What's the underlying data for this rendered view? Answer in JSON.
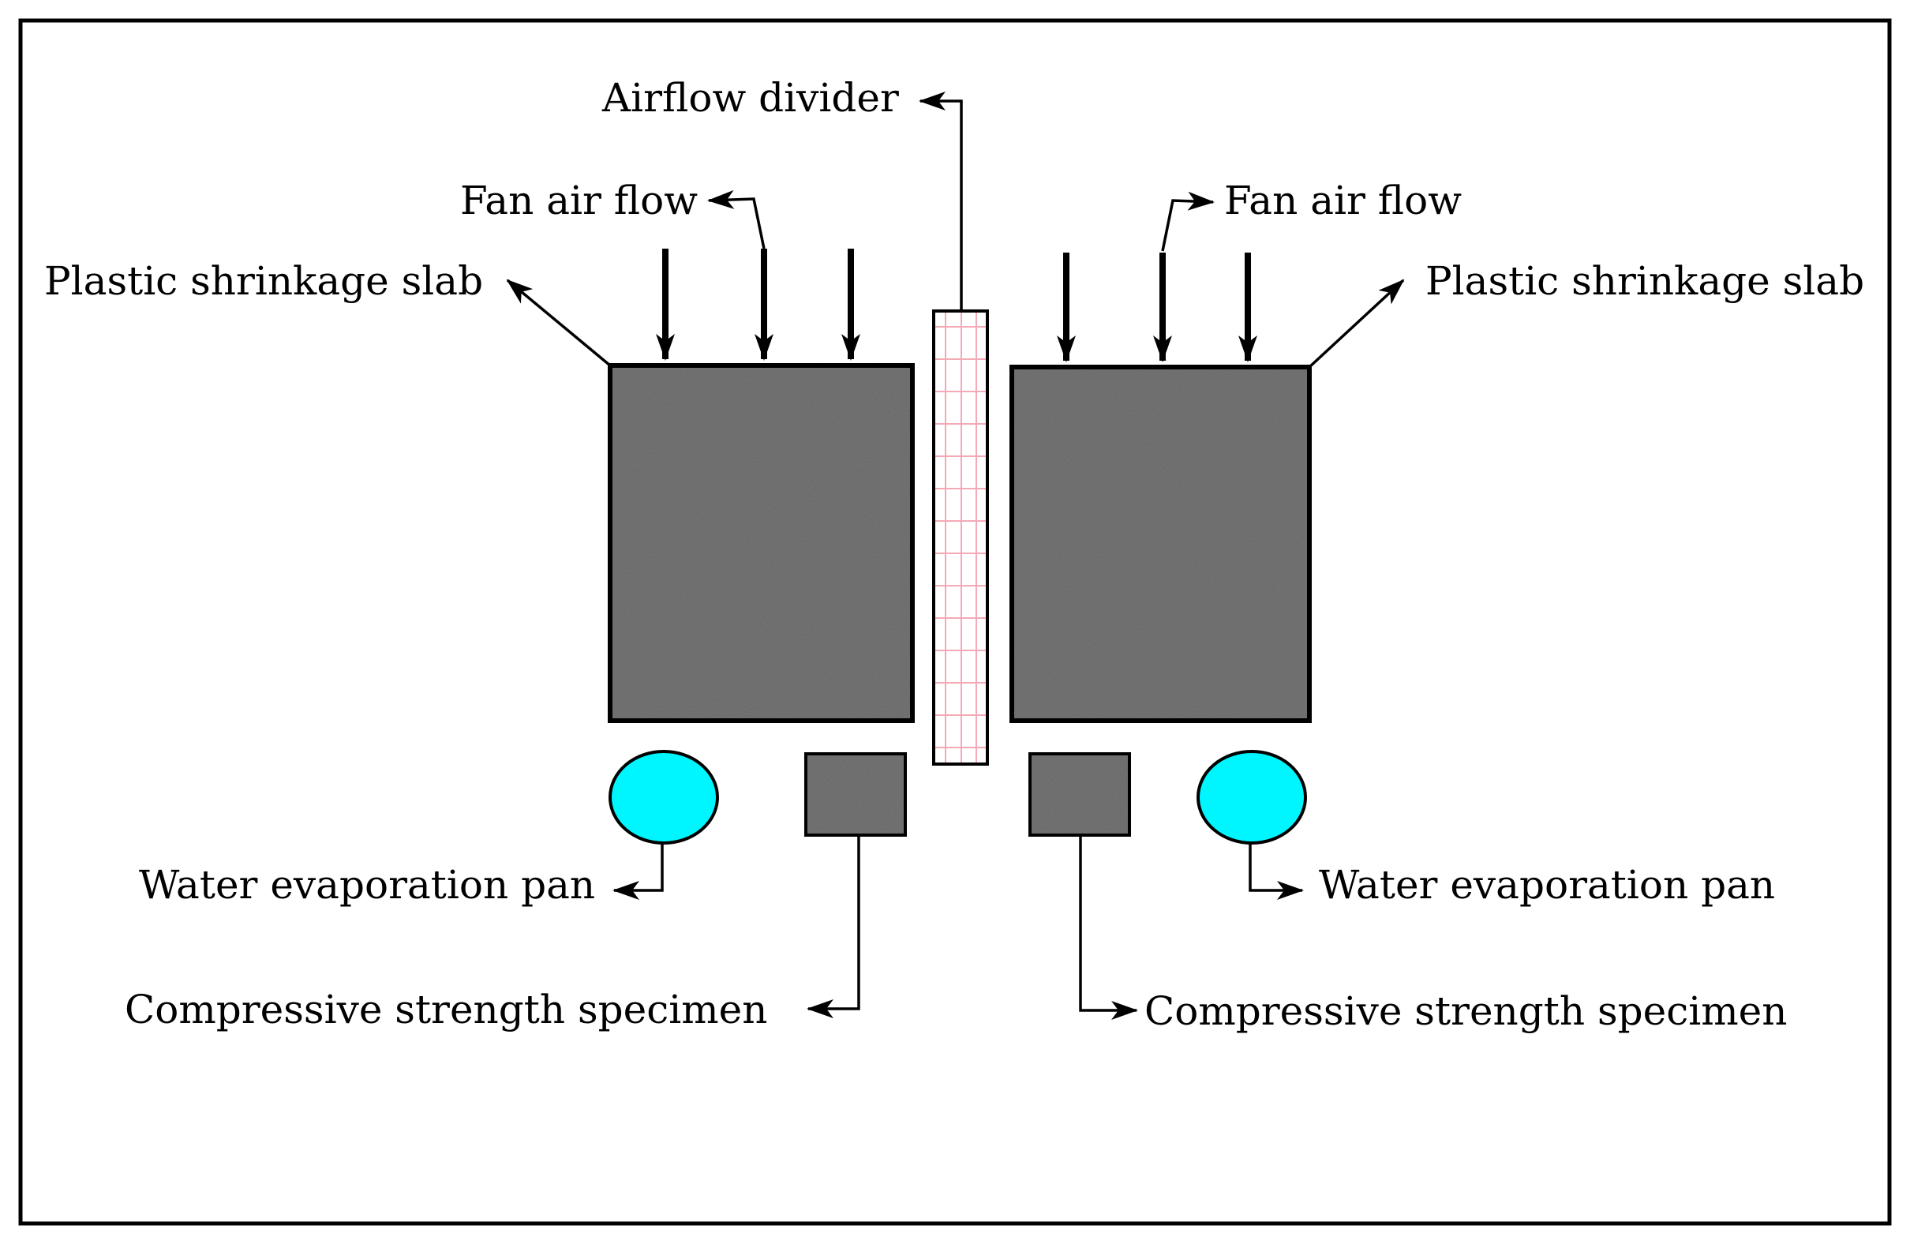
{
  "labels": {
    "airflow_divider": "Airflow divider",
    "fan_air_flow_left": "Fan air flow",
    "fan_air_flow_right": "Fan air flow",
    "plastic_shrinkage_slab_left": "Plastic shrinkage slab",
    "plastic_shrinkage_slab_right": "Plastic shrinkage slab",
    "water_evaporation_pan_left": "Water evaporation pan",
    "water_evaporation_pan_right": "Water evaporation pan",
    "compressive_strength_specimen_left": "Compressive strength specimen",
    "compressive_strength_specimen_right": "Compressive strength specimen"
  },
  "colors": {
    "concrete": "#6f6f6f",
    "water": "#00f6ff",
    "divider_grid": "#f4a9b5",
    "outline": "#000000"
  }
}
